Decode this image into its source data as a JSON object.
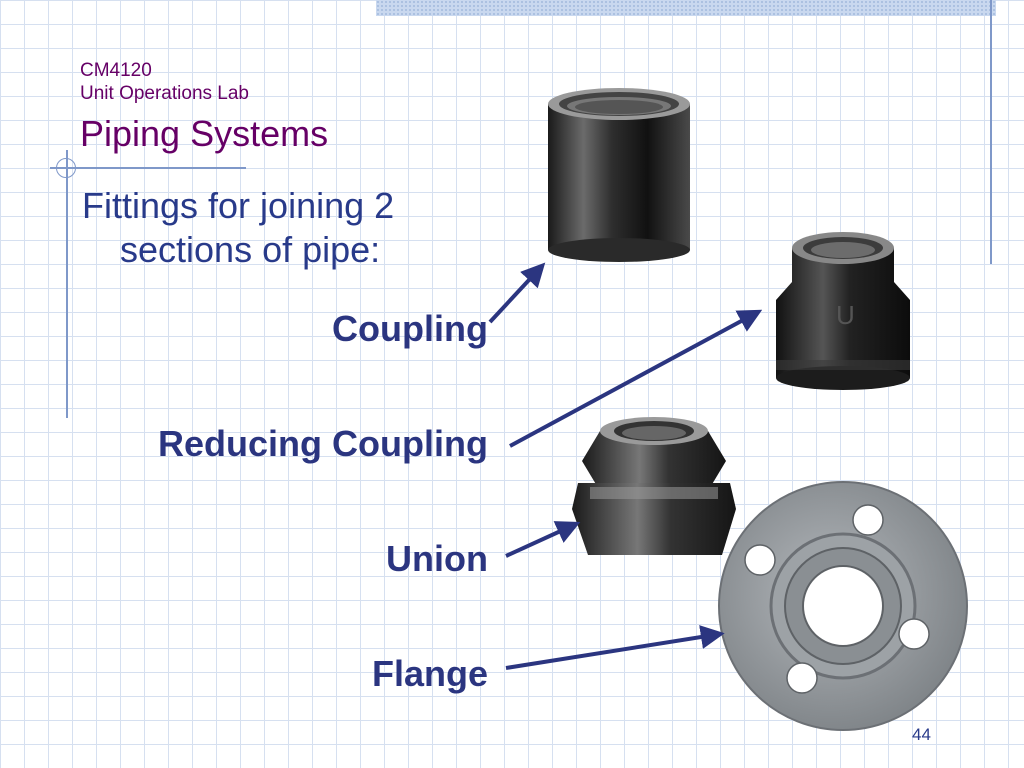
{
  "header": {
    "course_code": "CM4120",
    "course_name": "Unit Operations Lab",
    "title": "Piping Systems"
  },
  "bullet": {
    "line1": "Fittings for joining 2",
    "line2": "sections of pipe:"
  },
  "labels": {
    "coupling": "Coupling",
    "reducing_coupling": "Reducing Coupling",
    "union": "Union",
    "flange": "Flange"
  },
  "colors": {
    "title_purple": "#660066",
    "text_blue": "#283a8a",
    "arrow_blue": "#2b3580"
  },
  "footer": {
    "page_number": "44"
  }
}
